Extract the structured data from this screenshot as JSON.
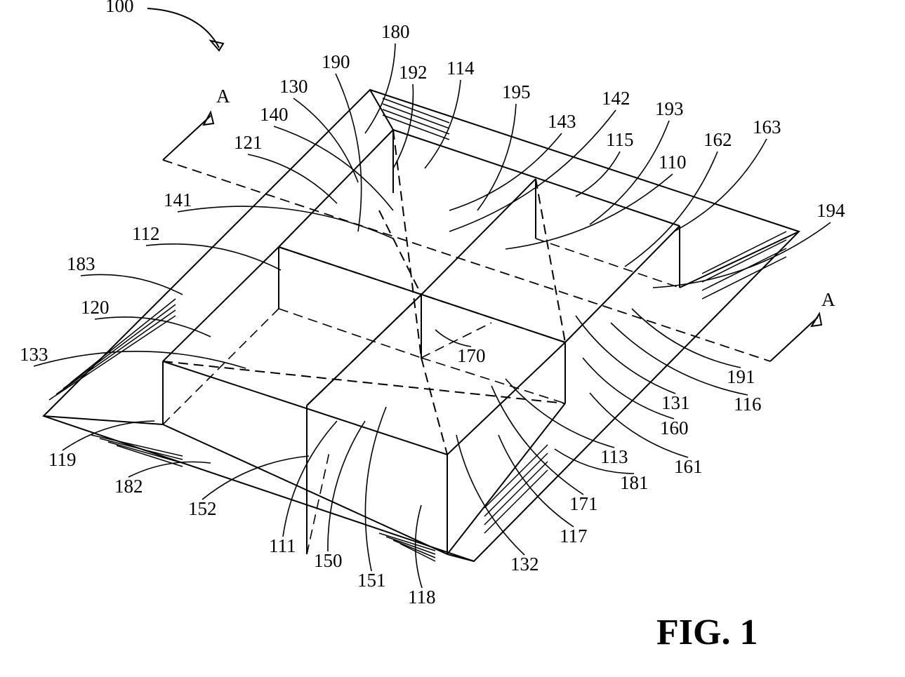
{
  "figure_title": "FIG. 1",
  "section_marker": "A",
  "labels": [
    "100",
    "180",
    "190",
    "192",
    "114",
    "195",
    "130",
    "142",
    "140",
    "193",
    "143",
    "163",
    "162",
    "115",
    "121",
    "110",
    "194",
    "141",
    "112",
    "183",
    "120",
    "170",
    "133",
    "191",
    "131",
    "116",
    "160",
    "119",
    "113",
    "161",
    "182",
    "181",
    "152",
    "171",
    "117",
    "111",
    "150",
    "132",
    "151",
    "118"
  ],
  "section_labels": [
    "A",
    "A"
  ]
}
